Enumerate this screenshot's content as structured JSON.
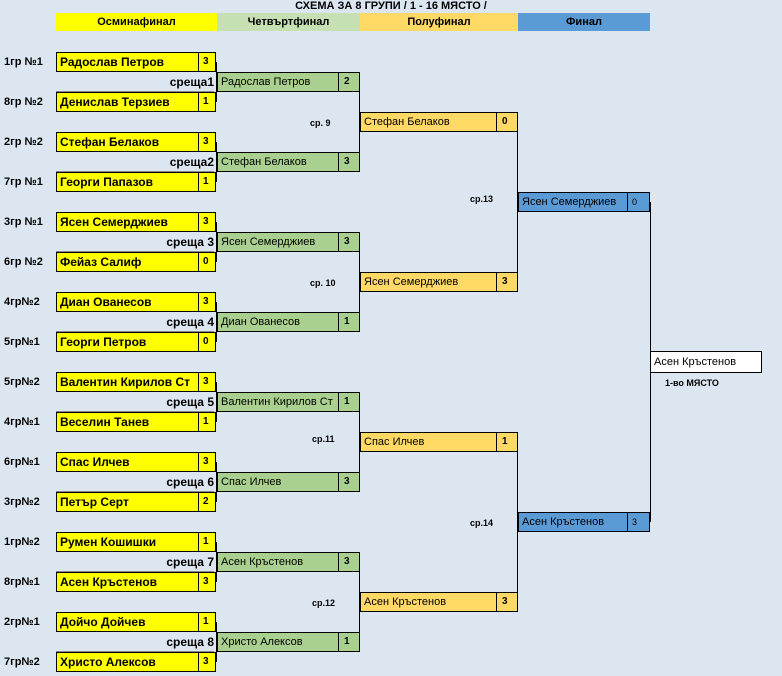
{
  "title": "СХЕМА ЗА 8 ГРУПИ   / 1 - 16  МЯСТО /",
  "headers": {
    "r16": "Осминафинал",
    "qf": "Четвъртфинал",
    "sf": "Полуфинал",
    "final": "Финал"
  },
  "colors": {
    "background": "#dce6f1",
    "r16": "#ffff00",
    "qf": "#a9d08e",
    "sf": "#ffd966",
    "final": "#5b9bd5"
  },
  "r16": [
    {
      "seed": "1гр №1",
      "name": "Радослав Петров",
      "score": "3"
    },
    {
      "seed": "8гр №2",
      "name": "Денислав Терзиев",
      "score": "1"
    },
    {
      "seed": "2гр №2",
      "name": "Стефан Белаков",
      "score": "3"
    },
    {
      "seed": "7гр №1",
      "name": "Георги Папазов",
      "score": "1"
    },
    {
      "seed": "3гр №1",
      "name": "Ясен Семерджиев",
      "score": "3"
    },
    {
      "seed": "6гр №2",
      "name": "Фейаз Салиф",
      "score": "0"
    },
    {
      "seed": "4гр№2",
      "name": "Диан Ованесов",
      "score": "3"
    },
    {
      "seed": "5гр№1",
      "name": "Георги Петров",
      "score": "0"
    },
    {
      "seed": "5гр№2",
      "name": "Валентин Кирилов Ст",
      "score": "3"
    },
    {
      "seed": "4гр№1",
      "name": "Веселин Танев",
      "score": "1"
    },
    {
      "seed": "6гр№1",
      "name": "Спас Илчев",
      "score": "3"
    },
    {
      "seed": "3гр№2",
      "name": "Петър Серт",
      "score": "2"
    },
    {
      "seed": "1гр№2",
      "name": "Румен Кошишки",
      "score": "1"
    },
    {
      "seed": "8гр№1",
      "name": "Асен Кръстенов",
      "score": "3"
    },
    {
      "seed": "2гр№1",
      "name": "Дойчо Дойчев",
      "score": "1"
    },
    {
      "seed": "7гр№2",
      "name": "Христо Алексов",
      "score": "3"
    }
  ],
  "qf_meetings": [
    "среща1",
    "среща2",
    "среща 3",
    "среща 4",
    "среща 5",
    "среща 6",
    "среща 7",
    "среща 8"
  ],
  "qf": [
    {
      "name": "Радослав Петров",
      "score": "2"
    },
    {
      "name": "Стефан Белаков",
      "score": "3"
    },
    {
      "name": "Ясен Семерджиев",
      "score": "3"
    },
    {
      "name": "Диан Ованесов",
      "score": "1"
    },
    {
      "name": "Валентин Кирилов Ст",
      "score": "1"
    },
    {
      "name": "Спас Илчев",
      "score": "3"
    },
    {
      "name": "Асен Кръстенов",
      "score": "3"
    },
    {
      "name": "Христо Алексов",
      "score": "1"
    }
  ],
  "sf_meetings": [
    "ср. 9",
    "ср. 10",
    "ср.11",
    "ср.12"
  ],
  "sf": [
    {
      "name": "Стефан Белаков",
      "score": "0"
    },
    {
      "name": "Ясен Семерджиев",
      "score": "3"
    },
    {
      "name": "Спас Илчев",
      "score": "1"
    },
    {
      "name": "Асен Кръстенов",
      "score": "3"
    }
  ],
  "final_meetings": [
    "ср.13",
    "ср.14"
  ],
  "final": [
    {
      "name": "Ясен Семерджиев",
      "score": "0"
    },
    {
      "name": "Асен Кръстенов",
      "score": "3"
    }
  ],
  "winner": {
    "name": "Асен Кръстенов",
    "label": "1-во МЯСТО"
  }
}
